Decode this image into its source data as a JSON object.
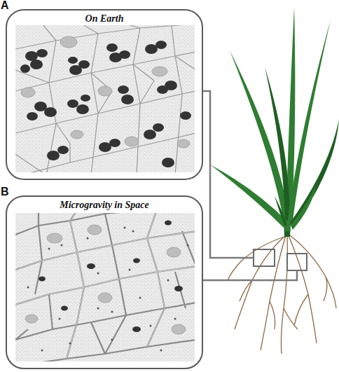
{
  "diagram": {
    "nodes": [
      {
        "text": [
          "A",
          "On Earth"
        ]
      },
      {
        "text": [
          "B",
          "Microgravity in Space"
        ]
      }
    ]
  }
}
